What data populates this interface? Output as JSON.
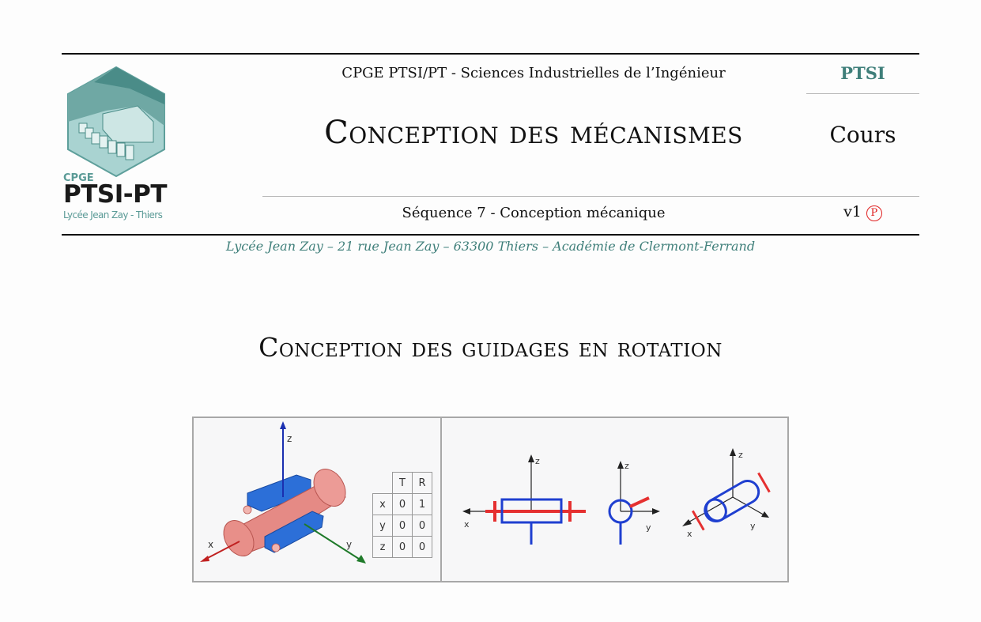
{
  "header": {
    "top_line": "CPGE PTSI/PT - Sciences Industrielles de l’Ingénieur",
    "title": "Conception des mécanismes",
    "sequence": "Séquence 7 - Conception mécanique",
    "class_label": "PTSI",
    "doc_type": "Cours",
    "version": "v1",
    "version_badge": "P"
  },
  "logo": {
    "cpge": "CPGE",
    "name": "PTSI-PT",
    "subtitle": "Lycée Jean Zay - Thiers"
  },
  "address": "Lycée Jean Zay – 21 rue Jean Zay – 63300 Thiers – Académie de Clermont-Ferrand",
  "section_title": "Conception des guidages en rotation",
  "figure": {
    "axis_labels": {
      "x": "x",
      "y": "y",
      "z": "z"
    },
    "dof_table": {
      "columns": [
        "T",
        "R"
      ],
      "rows": [
        {
          "axis": "x",
          "T": "0",
          "R": "1"
        },
        {
          "axis": "y",
          "T": "0",
          "R": "0"
        },
        {
          "axis": "z",
          "T": "0",
          "R": "0"
        }
      ]
    }
  },
  "colors": {
    "accent_teal": "#3f7f7a",
    "badge_red": "#e02020",
    "shaft_red": "#e53030",
    "housing_blue": "#1f3fd0"
  }
}
